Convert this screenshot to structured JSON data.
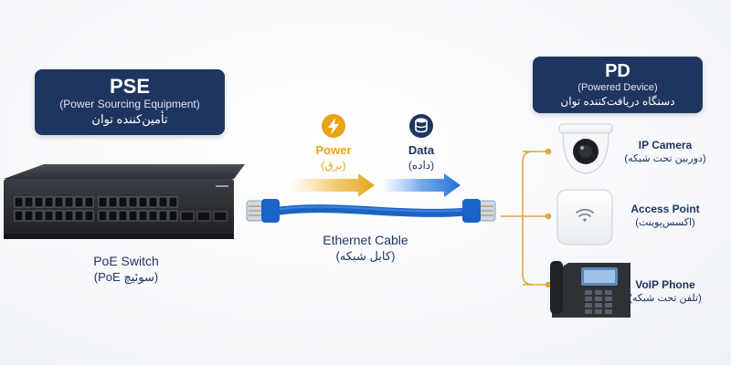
{
  "pse": {
    "title": "PSE",
    "subtitle": "(Power Sourcing Equipment)",
    "subtitle_fa": "تأمین‌کننده توان"
  },
  "pd": {
    "title": "PD",
    "subtitle": "(Powered Device)",
    "subtitle_fa": "دستگاه دریافت‌کننده توان"
  },
  "switch": {
    "label": "PoE Switch",
    "label_fa": "(PoE سوئیچ)"
  },
  "power": {
    "label": "Power",
    "label_fa": "(برق)",
    "icon": "lightning-icon"
  },
  "data_flow": {
    "label": "Data",
    "label_fa": "(داده)",
    "icon": "database-icon"
  },
  "cable": {
    "label": "Ethernet Cable",
    "label_fa": "(کابل شبکه)"
  },
  "devices": [
    {
      "label": "IP Camera",
      "label_fa": "(دوربین تحت شبکه)",
      "icon": "ip-camera-icon"
    },
    {
      "label": "Access Point",
      "label_fa": "(اکسس‌پوینت)",
      "icon": "wifi-icon"
    },
    {
      "label": "VoIP Phone",
      "label_fa": "(تلفن تحت شبکه)",
      "icon": "phone-icon"
    }
  ],
  "colors": {
    "navy": "#1e3560",
    "power_accent": "#e8a317",
    "data_accent": "#1f6fd6",
    "cable": "#1a63c7",
    "bracket": "#e0a73a",
    "switch_body": "#2b2e33"
  }
}
